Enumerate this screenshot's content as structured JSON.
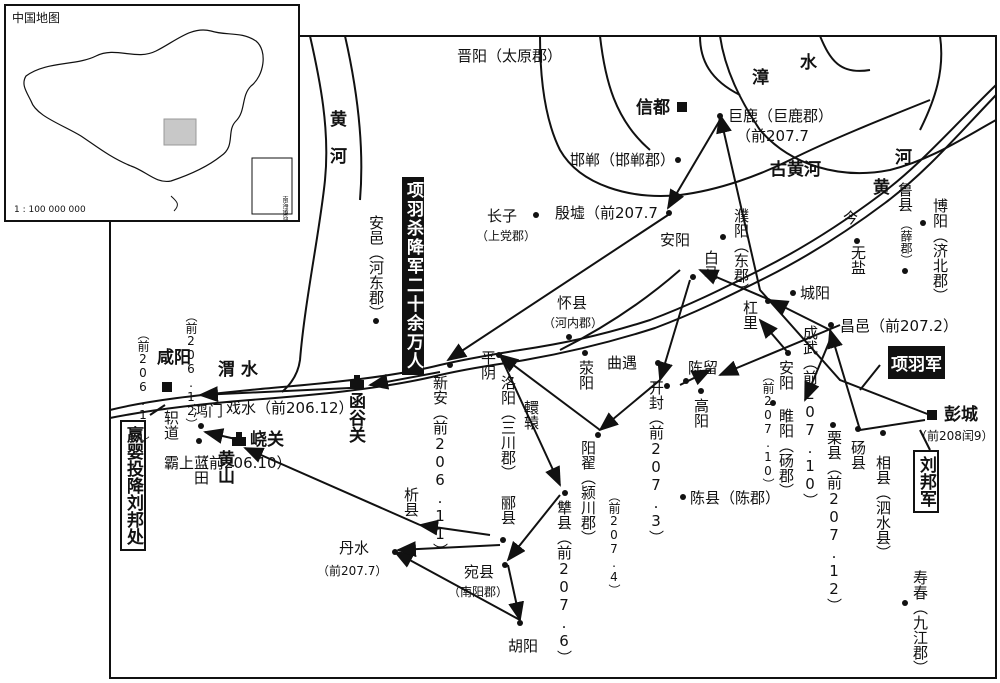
{
  "inset": {
    "title": "中国地图",
    "scale": "1 : 100 000 000",
    "south_sea_label": "南海诸岛"
  },
  "rivers": {
    "zhang": [
      "漳",
      "水"
    ],
    "huanghe_west": "黄河",
    "gu_huanghe": "古黄河",
    "huanghe_east": "河",
    "huanghe_east2": "黄",
    "jin": "今",
    "wei": "渭 水"
  },
  "places": {
    "jinyang": "晋阳（太原郡）",
    "xindu": "信都",
    "julu": "巨鹿（巨鹿郡）",
    "julu_date": "（前207.7",
    "handan": "邯郸（邯郸郡）",
    "yinxu": "殷墟（前207.7",
    "anyang": "安阳",
    "changzi": "长子",
    "changzi_sub": "（上党郡）",
    "puyang": "濮阳（东郡）",
    "baima": "白马",
    "luxian": "鲁县",
    "luxian_sub": "（薛郡）",
    "boyang": "博阳（济北郡）",
    "wuyan": "无盐",
    "chengyang": "城阳",
    "gangli": "杠里",
    "changyi": "昌邑（前207.2）",
    "anyi": "安邑（河东郡）",
    "huaixian": "怀县",
    "huaixian_sub": "（河内郡）",
    "xianyang": "咸阳",
    "xianyang_date1": "（前206.10）",
    "xianyang_date2": "（前206.12）",
    "hongmen": "鸿门",
    "xishui": "戏水（前206.12）",
    "hanguguan": "函谷关",
    "xinan": "新安（前206.11）",
    "pingyin": "平阴",
    "luoyang": "洛阳（三川郡）",
    "huanyuan": "轘辕",
    "xingyang": "荥阳",
    "quyu": "曲遇",
    "chenliu": "陈留",
    "kaifeng": "开封（前207.3）",
    "gaoyang": "高阳",
    "chengwu": "成武（前207.10）",
    "anyang2": "安阳",
    "anyang2_date": "（前207.10）",
    "suiyang": "睢阳（砀郡）",
    "lixian": "栗县（前207.12）",
    "dangxian": "砀县",
    "xiangxian": "相县（泗水县）",
    "pengcheng": "彭城",
    "pengcheng_date": "（前208闰9）",
    "zhidao": "轵道",
    "bashang": "霸上（前206.10）",
    "lantian": "蓝田",
    "yaoguan": "峣关",
    "huangshan": "黄山",
    "yangdi": "阳翟（颍川郡）",
    "yangdi_date": "（前207.4）",
    "chenxian": "陈县（陈郡）",
    "xixian": "析县",
    "lixian2": "郦县",
    "chuxian": "犨县（前207.6）",
    "danshui": "丹水",
    "danshui_date": "（前207.7）",
    "wanxian": "宛县",
    "wanxian_sub": "（南阳郡）",
    "huyang": "胡阳",
    "shouchun": "寿春（九江郡）"
  },
  "callouts": {
    "xiangyu_slaughter": "项羽杀降军二十余万人",
    "xiangyu_army": "项羽军",
    "liubang_army": "刘邦军",
    "ziying": "嬴婴投降刘邦处"
  }
}
